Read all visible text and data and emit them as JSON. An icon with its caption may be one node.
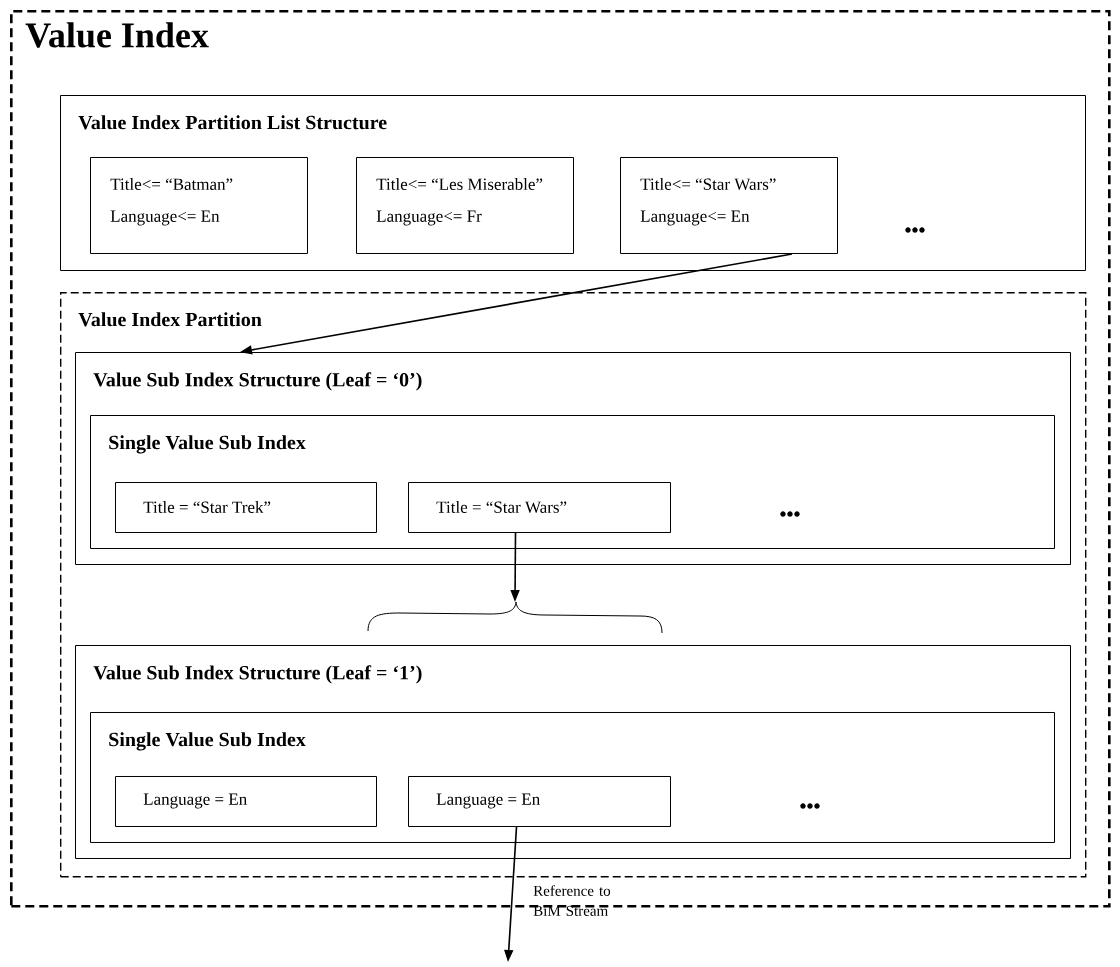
{
  "diagram": {
    "nodes": [
      {
        "text": [
          "Value Index"
        ]
      },
      {
        "text": [
          "Value Index Partition List Structure"
        ],
        "in": 0
      },
      {
        "text": [
          "Title<= “Batman”",
          "Language<= En"
        ],
        "in": 1
      },
      {
        "text": [
          "Title<= “Les Miserable”",
          "Language<= Fr"
        ],
        "in": 1
      },
      {
        "text": [
          "Title<= “Star Wars”",
          "Language<= En"
        ],
        "in": 1
      },
      {
        "text": [
          "Value Index Partition"
        ],
        "in": 0
      },
      {
        "text": [
          "Value Sub Index Structure (Leaf = ‘0’)"
        ],
        "in": 5
      },
      {
        "text": [
          "Single Value Sub Index"
        ],
        "in": 6
      },
      {
        "text": [
          "Title = “Star Trek”"
        ],
        "in": 7
      },
      {
        "text": [
          "Title = “Star Wars”"
        ],
        "in": 7
      },
      {
        "text": [
          "Value Sub Index Structure (Leaf = ‘1’)"
        ],
        "in": 5
      },
      {
        "text": [
          "Single Value Sub Index"
        ],
        "in": 10
      },
      {
        "text": [
          "Language = En"
        ],
        "in": 11
      },
      {
        "text": [
          "Language = En"
        ],
        "in": 11
      }
    ],
    "edges": [
      {
        "from": 4,
        "to": 6,
        "arrow": "to"
      },
      {
        "from": 9,
        "to": 10,
        "arrow": "to"
      },
      {
        "from": 13,
        "to": null,
        "arrow": "to",
        "label": "Reference to BiM Stream"
      }
    ],
    "labels": [
      "•••",
      "•••",
      "•••"
    ]
  }
}
